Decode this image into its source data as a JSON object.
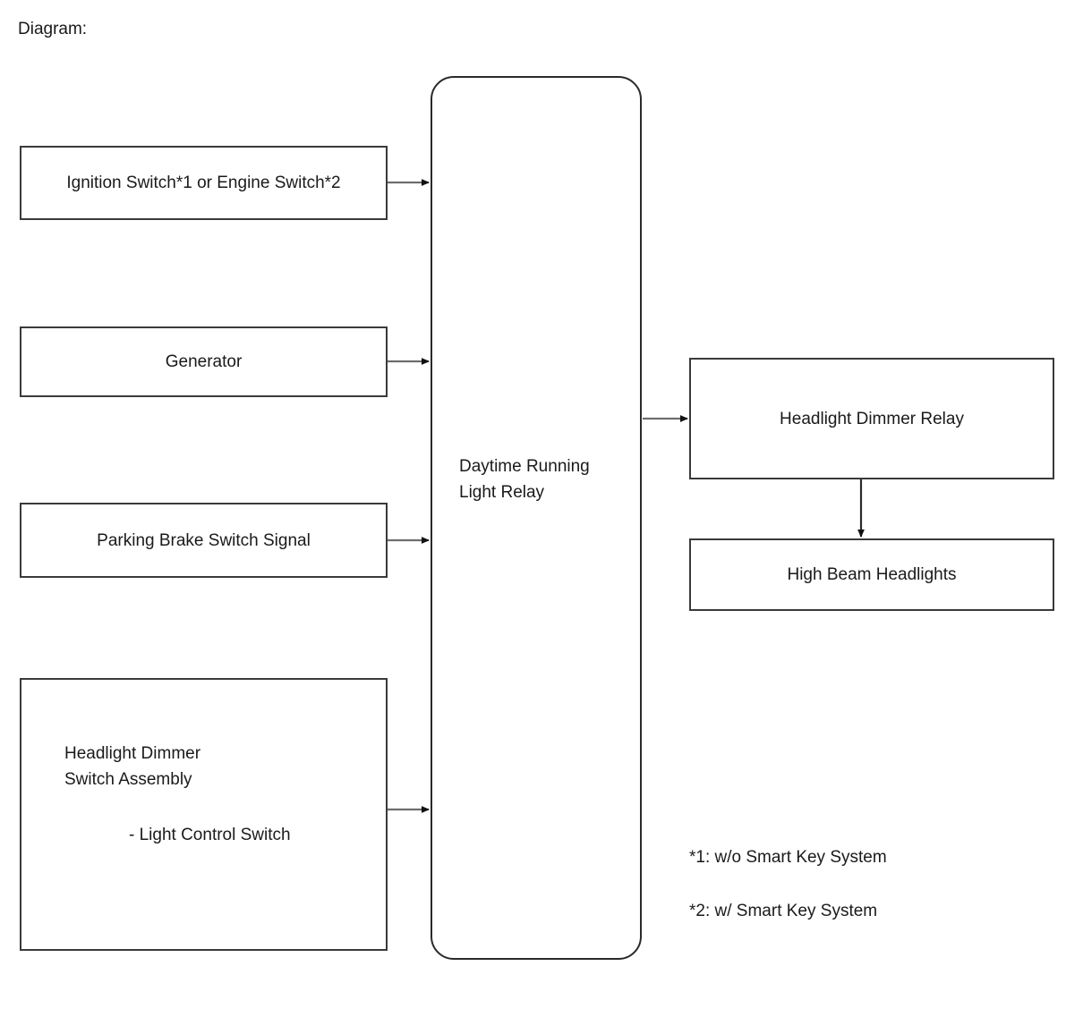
{
  "page": {
    "caption": "Diagram:",
    "background_color": "#ffffff",
    "line_color": "#3a3a3a",
    "text_color": "#1a1a1a"
  },
  "nodes": {
    "ignition_switch": {
      "label": "Ignition Switch*1 or Engine Switch*2",
      "shape": "rectangle"
    },
    "generator": {
      "label": "Generator",
      "shape": "rectangle"
    },
    "parking_brake": {
      "label": "Parking Brake Switch Signal",
      "shape": "rectangle"
    },
    "dimmer_switch_assembly": {
      "label": "Headlight Dimmer\nSwitch Assembly",
      "sub_label": "- Light Control Switch",
      "shape": "rectangle"
    },
    "daytime_running_light_relay": {
      "label": "Daytime Running\nLight Relay",
      "shape": "rounded-rectangle"
    },
    "headlight_dimmer_relay": {
      "label": "Headlight Dimmer Relay",
      "shape": "rectangle"
    },
    "high_beam_headlights": {
      "label": "High Beam Headlights",
      "shape": "rectangle"
    }
  },
  "edges": [
    {
      "name": "ignition-to-relay",
      "from": "ignition_switch",
      "to": "daytime_running_light_relay",
      "direction": "right"
    },
    {
      "name": "generator-to-relay",
      "from": "generator",
      "to": "daytime_running_light_relay",
      "direction": "right"
    },
    {
      "name": "parking-brake-to-relay",
      "from": "parking_brake",
      "to": "daytime_running_light_relay",
      "direction": "right"
    },
    {
      "name": "dimmer-switch-to-relay",
      "from": "dimmer_switch_assembly",
      "to": "daytime_running_light_relay",
      "direction": "right"
    },
    {
      "name": "relay-to-dimmer-relay",
      "from": "daytime_running_light_relay",
      "to": "headlight_dimmer_relay",
      "direction": "right"
    },
    {
      "name": "dimmer-relay-to-high-beam",
      "from": "headlight_dimmer_relay",
      "to": "high_beam_headlights",
      "direction": "down"
    }
  ],
  "footnotes": [
    {
      "marker": "*1",
      "text": "*1: w/o Smart Key System"
    },
    {
      "marker": "*2",
      "text": "*2: w/ Smart Key System"
    }
  ]
}
